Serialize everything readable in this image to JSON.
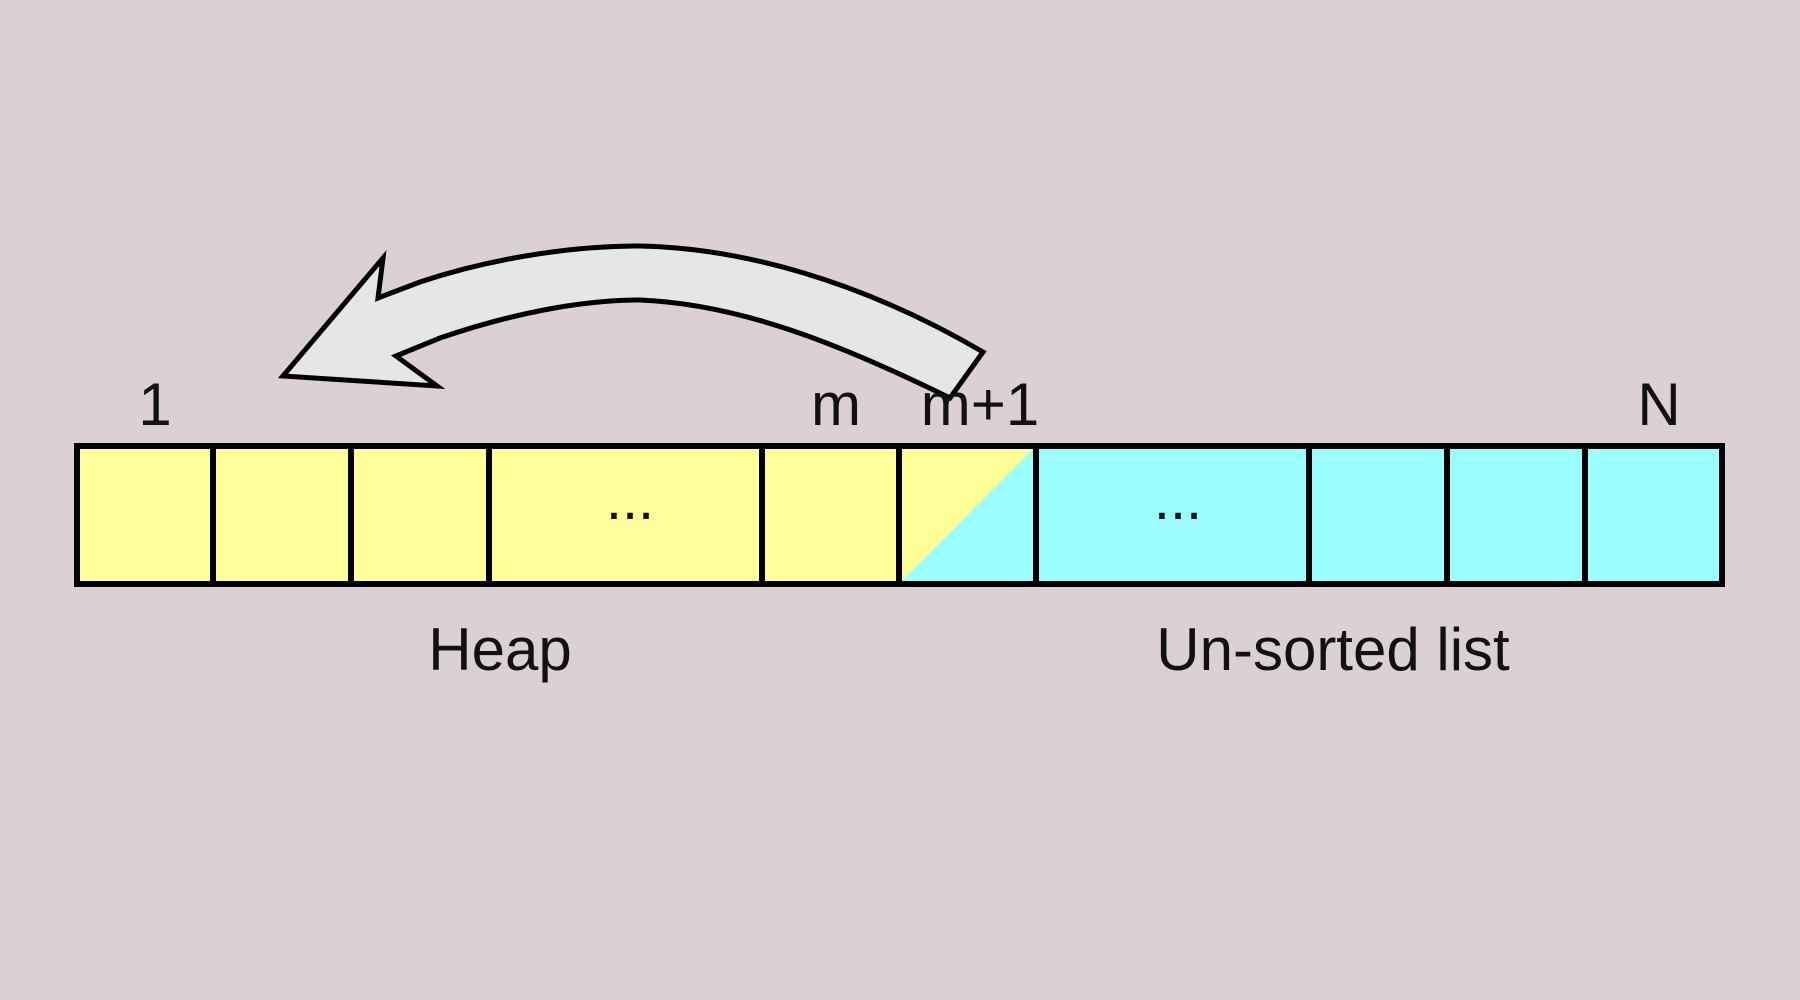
{
  "colors": {
    "background": "#dbd1d3",
    "heap": "#ffff99",
    "unsorted": "#99ffff",
    "outline": "#000000",
    "arrow_fill": "#e6e6e6"
  },
  "index_labels": {
    "first": "1",
    "m": "m",
    "m_plus_1": "m+1",
    "last": "N"
  },
  "cells": [
    {
      "region": "heap",
      "content": ""
    },
    {
      "region": "heap",
      "content": ""
    },
    {
      "region": "heap",
      "content": ""
    },
    {
      "region": "heap",
      "content": "..."
    },
    {
      "region": "heap",
      "content": ""
    },
    {
      "region": "boundary",
      "content": ""
    },
    {
      "region": "unsorted",
      "content": "..."
    },
    {
      "region": "unsorted",
      "content": ""
    },
    {
      "region": "unsorted",
      "content": ""
    },
    {
      "region": "unsorted",
      "content": ""
    }
  ],
  "region_labels": {
    "heap": "Heap",
    "unsorted": "Un-sorted list"
  },
  "arrow": {
    "from": "m+1",
    "to": "heap",
    "icon": "curved-arrow-left-icon"
  }
}
